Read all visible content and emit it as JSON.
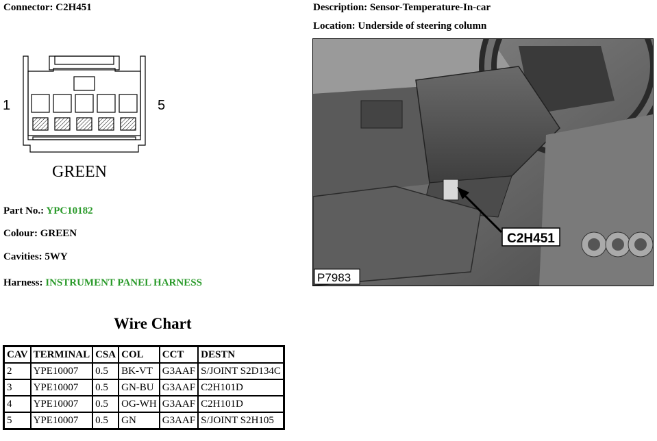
{
  "connector": {
    "label": "Connector:",
    "value": "C2H451"
  },
  "description": {
    "label": "Description:",
    "value": "Sensor-Temperature-In-car"
  },
  "location": {
    "label": "Location:",
    "value": "Underside of steering column"
  },
  "diagram": {
    "pin_left": "1",
    "pin_right": "5",
    "color_label": "GREEN"
  },
  "part_no": {
    "label": "Part No.:",
    "value": "YPC10182"
  },
  "colour": {
    "label": "Colour:",
    "value": "GREEN"
  },
  "cavities": {
    "label": "Cavities:",
    "value": "5WY"
  },
  "harness": {
    "label": "Harness:",
    "value": "INSTRUMENT PANEL HARNESS"
  },
  "wire_chart": {
    "title": "Wire Chart",
    "headers": [
      "CAV",
      "TERMINAL",
      "CSA",
      "COL",
      "CCT",
      "DESTN"
    ],
    "rows": [
      [
        "2",
        "YPE10007",
        "0.5",
        "BK-VT",
        "G3AAF",
        "S/JOINT S2D134C"
      ],
      [
        "3",
        "YPE10007",
        "0.5",
        "GN-BU",
        "G3AAF",
        "C2H101D"
      ],
      [
        "4",
        "YPE10007",
        "0.5",
        "OG-WH",
        "G3AAF",
        "C2H101D"
      ],
      [
        "5",
        "YPE10007",
        "0.5",
        "GN",
        "G3AAF",
        "S/JOINT S2H105"
      ]
    ]
  },
  "photo": {
    "callout": "C2H451",
    "figure_id": "P7983"
  },
  "colors": {
    "accent_green": "#2a9a2a"
  }
}
